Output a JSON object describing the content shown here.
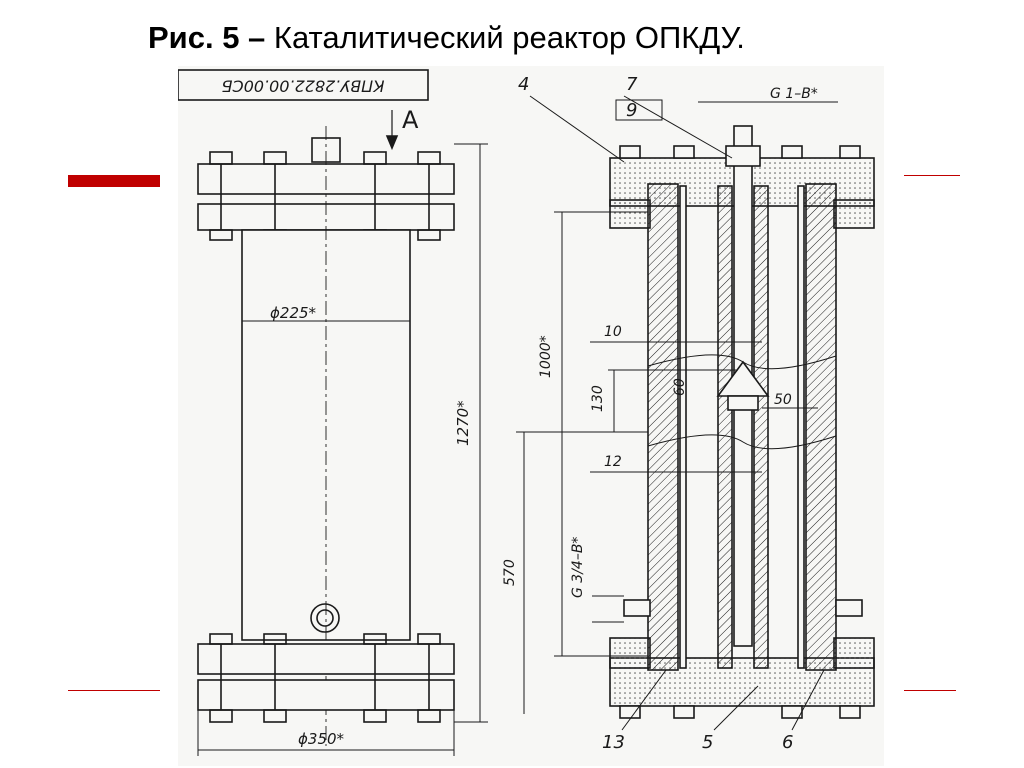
{
  "slide": {
    "title_bold": "Рис. 5 –",
    "title_text": "Каталитический реактор ОПКДУ."
  },
  "colors": {
    "accent": "#c00000",
    "line": "#1a1a1a",
    "paper": "#f7f7f5"
  },
  "drawing": {
    "stamp": "КПВУ.2822.00.00СБ",
    "view_label": "А",
    "dimensions": {
      "d225": "ϕ225*",
      "d350": "ϕ350*",
      "h1270": "1270*",
      "h1000": "1000*",
      "h570": "570",
      "h130": "130",
      "h60": "60",
      "w50": "50",
      "w10": "10",
      "w12": "12",
      "thread_top": "G 1–B*",
      "thread_side": "G 3/4–B*"
    },
    "callouts": [
      "4",
      "7",
      "9",
      "13",
      "5",
      "6"
    ]
  }
}
